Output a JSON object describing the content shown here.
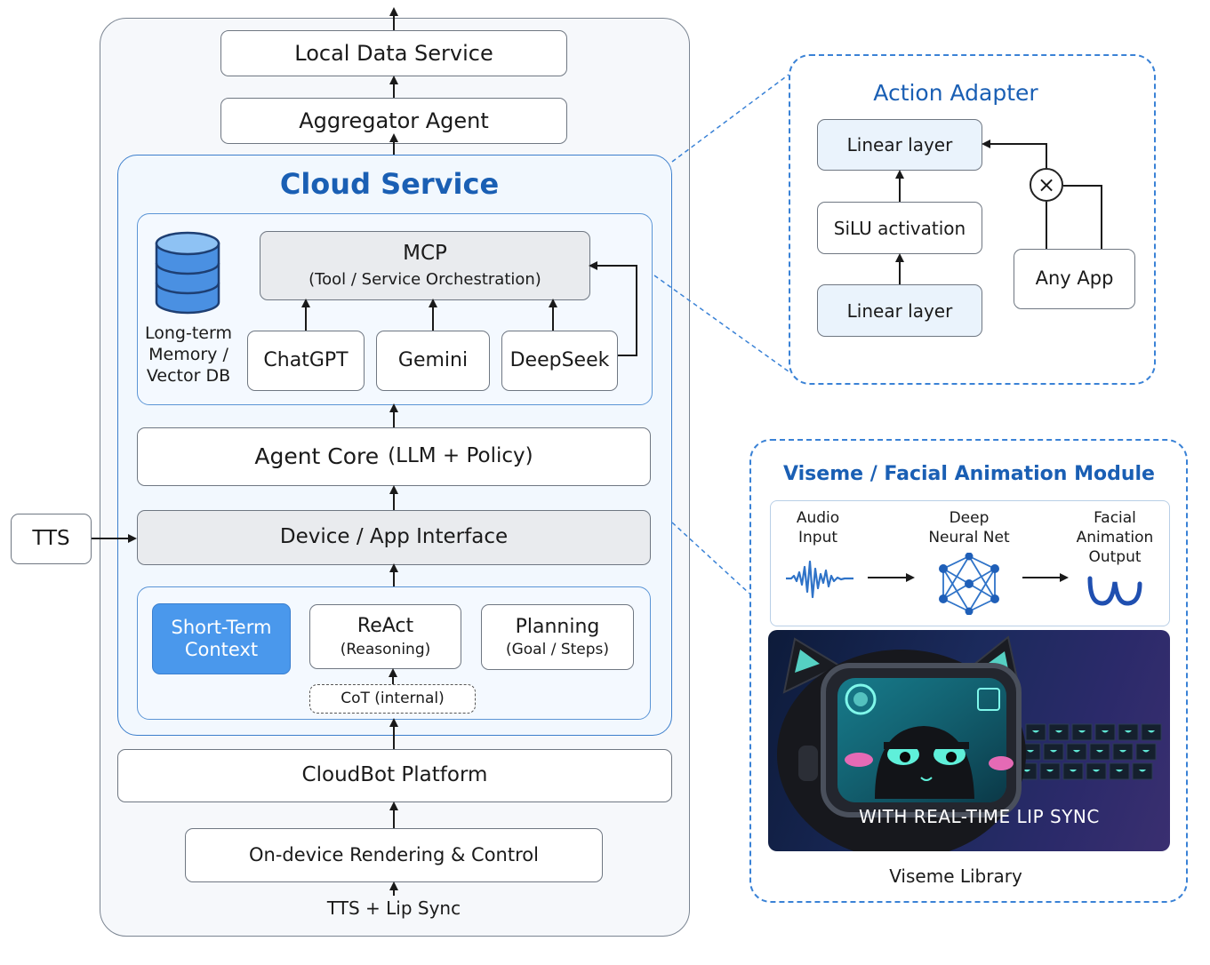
{
  "left": {
    "local_data_service": "Local Data Service",
    "aggregator_agent": "Aggregator Agent",
    "cloud_service_title": "Cloud Service",
    "mcp_title": "MCP",
    "mcp_sub": "(Tool / Service Orchestration)",
    "memory_label": "Long-term Memory / Vector DB",
    "models": [
      "ChatGPT",
      "Gemini",
      "DeepSeek"
    ],
    "agent_core": "Agent Core",
    "agent_core_sub": "(LLM + Policy)",
    "device_interface": "Device / App Interface",
    "short_term": "Short-Term Context",
    "react_title": "ReAct",
    "react_sub": "(Reasoning)",
    "planning_title": "Planning",
    "planning_sub": "(Goal / Steps)",
    "cot": "CoT (internal)",
    "cloudbot_platform": "CloudBot Platform",
    "on_device": "On-device Rendering & Control",
    "tts_lip_sync": "TTS + Lip Sync",
    "tts": "TTS"
  },
  "action_adapter": {
    "title": "Action Adapter",
    "linear_top": "Linear layer",
    "silu": "SiLU activation",
    "linear_bottom": "Linear layer",
    "any_app": "Any App",
    "multiply_symbol": "×"
  },
  "viseme": {
    "title": "Viseme / Facial Animation Module",
    "audio_input": "Audio Input",
    "deep_neural_net": "Deep Neural Net",
    "facial_output": "Facial Animation Output",
    "banner_text": "WITH REAL-TIME LIP SYNC",
    "library_label": "Viseme Library"
  },
  "colors": {
    "accent_blue": "#1a5fb4",
    "short_term_fill": "#4a98ec",
    "dashed_border": "#3a82d6"
  }
}
